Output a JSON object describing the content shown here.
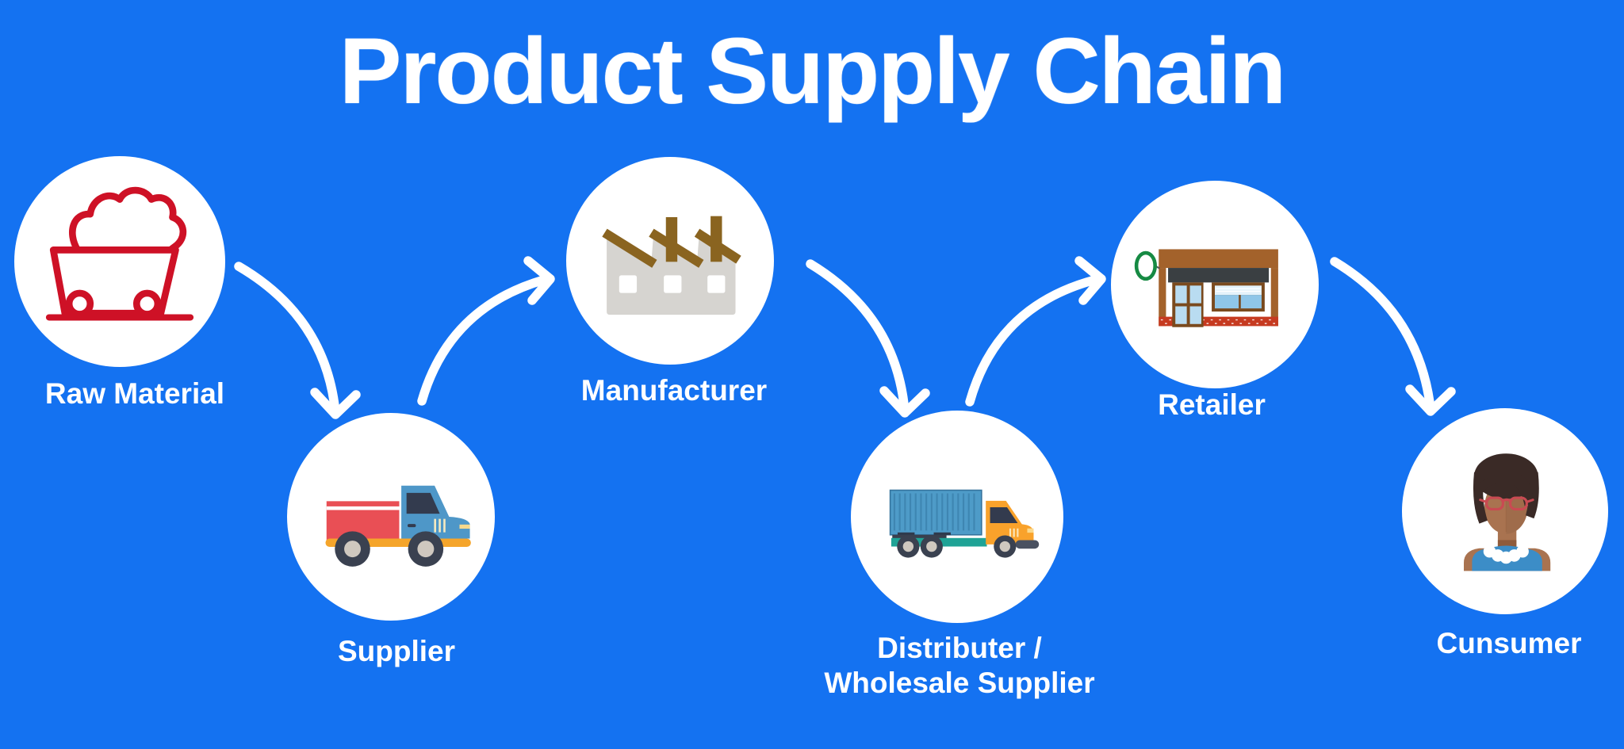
{
  "title": "Product Supply Chain",
  "palette": {
    "background": "#1472F1",
    "node_fill": "#FFFFFF",
    "label_text": "#FFFFFF",
    "arrow": "#FFFFFF",
    "raw_material_red": "#CE1126",
    "truck_bed_red": "#E94F55",
    "truck_cab_blue": "#4E97C8",
    "chassis_orange": "#F5A52B",
    "factory_grey": "#D6D4D0",
    "factory_roof_brown": "#8A6420",
    "container_blue": "#4E9BC8",
    "container_chassis_teal": "#1FA396",
    "cab_orange": "#F9A22B",
    "store_brown": "#A3622B",
    "store_sign_dark": "#3A3F42",
    "store_oval_green": "#168A43",
    "brick_red": "#C63A20",
    "hair_brown": "#3A2A26",
    "skin": "#A97350",
    "shirt_blue": "#3C8DC7",
    "glasses_red": "#C94A52",
    "tire_dark": "#3A4150",
    "hub_grey": "#CFC8BF"
  },
  "nodes": [
    {
      "id": "raw-material",
      "label": "Raw Material",
      "icon": "mine-cart-icon"
    },
    {
      "id": "supplier",
      "label": "Supplier",
      "icon": "delivery-truck-icon"
    },
    {
      "id": "manufacturer",
      "label": "Manufacturer",
      "icon": "factory-icon"
    },
    {
      "id": "distributor",
      "label": "Distributer /",
      "label2": "Wholesale Supplier",
      "icon": "container-truck-icon"
    },
    {
      "id": "retailer",
      "label": "Retailer",
      "icon": "storefront-icon"
    },
    {
      "id": "consumer",
      "label": "Cunsumer",
      "icon": "woman-avatar-icon"
    }
  ],
  "arrows": [
    {
      "from": "raw-material",
      "to": "supplier"
    },
    {
      "from": "supplier",
      "to": "manufacturer"
    },
    {
      "from": "manufacturer",
      "to": "distributor"
    },
    {
      "from": "distributor",
      "to": "retailer"
    },
    {
      "from": "retailer",
      "to": "consumer"
    }
  ]
}
